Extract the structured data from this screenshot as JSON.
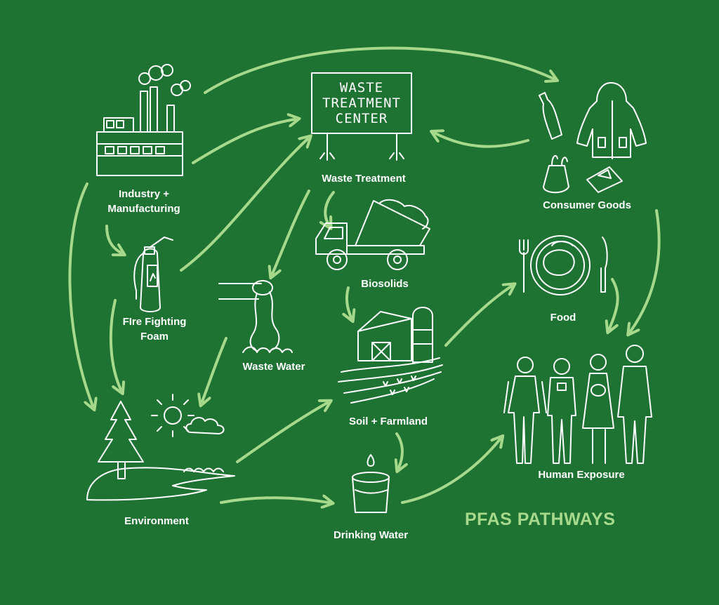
{
  "diagram": {
    "title": "PFAS PATHWAYS",
    "sign_text": "WASTE\nTREATMENT\nCENTER",
    "nodes": {
      "industry": "Industry +\nManufacturing",
      "waste_treatment": "Waste Treatment",
      "consumer_goods": "Consumer Goods",
      "fire_foam": "FIre Fighting\nFoam",
      "biosolids": "Biosolids",
      "food": "Food",
      "waste_water": "Waste Water",
      "soil_farmland": "Soil + Farmland",
      "environment": "Environment",
      "drinking_water": "Drinking Water",
      "human_exposure": "Human Exposure"
    },
    "colors": {
      "background": "#1e7332",
      "arrow": "#a6d98c",
      "drawing": "#ffffff",
      "title": "#a6d98c"
    },
    "icons": [
      "factory-icon",
      "fire-extinguisher-icon",
      "waste-treatment-sign-icon",
      "bottle-icon",
      "raincoat-icon",
      "bag-icon",
      "pizza-box-icon",
      "dump-truck-icon",
      "pipe-outflow-icon",
      "barn-silo-icon",
      "plate-food-icon",
      "tree-icon",
      "sun-icon",
      "cloud-icon",
      "water-glass-icon",
      "people-icon"
    ]
  }
}
